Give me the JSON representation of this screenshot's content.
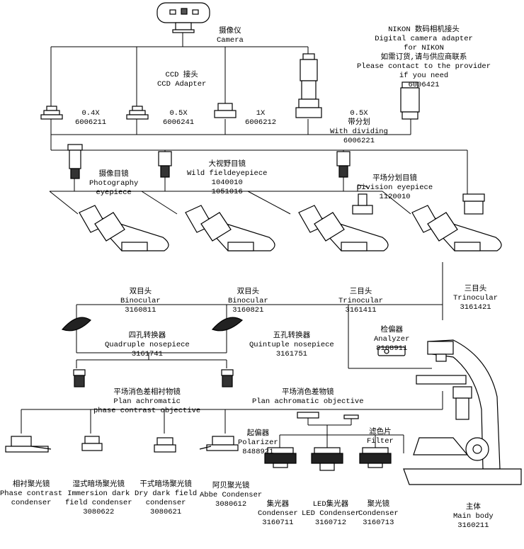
{
  "parts": {
    "camera": {
      "zh": "摄像仪",
      "en": "Camera"
    },
    "ccd_adapter": {
      "zh": "CCD 接头",
      "en": "CCD Adapter"
    },
    "adapter_04x": {
      "mag": "0.4X",
      "code": "6006211"
    },
    "adapter_05x": {
      "mag": "0.5X",
      "code": "6006241"
    },
    "adapter_1x": {
      "mag": "1X",
      "code": "6006212"
    },
    "adapter_05x_div": {
      "mag": "0.5X",
      "zh": "带分划",
      "en": "With dividing",
      "code": "6006221"
    },
    "nikon_adapter": {
      "zh": "NIKON 数码相机接头",
      "en1": "Digital camera adapter",
      "en2": "for NIKON",
      "zh2": "如需订货,请与供应商联系",
      "en3": "Please contact to the provider",
      "en4": "if you need",
      "code": "6006421"
    },
    "photo_eyepiece": {
      "zh": "摄像目镜",
      "en1": "Photography",
      "en2": "eyepiece"
    },
    "wide_eyepiece": {
      "zh": "大视野目镜",
      "en": "Wild fieldeyepiece",
      "code1": "1040010",
      "code2": "1051016"
    },
    "division_eyepiece": {
      "zh": "平场分划目镜",
      "en": "Division eyepiece",
      "code": "1120010"
    },
    "binocular_1": {
      "zh": "双目头",
      "en": "Binocular",
      "code": "3160811"
    },
    "binocular_2": {
      "zh": "双目头",
      "en": "Binocular",
      "code": "3160821"
    },
    "trinocular_1": {
      "zh": "三目头",
      "en": "Trinocular",
      "code": "3161411"
    },
    "trinocular_2": {
      "zh": "三目头",
      "en": "Trinocular",
      "code": "3161421"
    },
    "quad_nosepiece": {
      "zh": "四孔转换器",
      "en": "Quadruple nosepiece",
      "code": "3161741"
    },
    "quint_nosepiece": {
      "zh": "五孔转换器",
      "en": "Quintuple nosepiece",
      "code": "3161751"
    },
    "analyzer": {
      "zh": "检偏器",
      "en": "Analyzer",
      "code": "8168911"
    },
    "phase_objective": {
      "zh": "平场消色差相衬物镜",
      "en1": "Plan achromatic",
      "en2": "phase contrast objective"
    },
    "plan_objective": {
      "zh": "平场消色差物镜",
      "en": "Plan achromatic objective"
    },
    "polarizer": {
      "zh": "起偏器",
      "en": "Polarizer",
      "code": "8488921"
    },
    "filter": {
      "zh": "滤色片",
      "en": "Filter"
    },
    "phase_condenser": {
      "zh": "相衬聚光镜",
      "en1": "Phase contrast",
      "en2": "condenser"
    },
    "immersion_condenser": {
      "zh": "湿式暗场聚光镜",
      "en1": "Immersion dark",
      "en2": "field condenser",
      "code": "3080622"
    },
    "dry_condenser": {
      "zh": "干式暗场聚光镜",
      "en1": "Dry dark field",
      "en2": "condenser",
      "code": "3080621"
    },
    "abbe_condenser": {
      "zh": "阿贝聚光镜",
      "en": "Abbe Condenser",
      "code": "3080612"
    },
    "condenser": {
      "zh": "集光器",
      "en": "Condenser",
      "code": "3160711"
    },
    "led_condenser": {
      "zh": "LED集光器",
      "en": "LED Condenser",
      "code": "3160712"
    },
    "condenser_2": {
      "zh": "聚光镜",
      "en": "Condenser",
      "code": "3160713"
    },
    "main_body": {
      "zh": "主体",
      "en": "Main body",
      "code": "3160211"
    }
  }
}
